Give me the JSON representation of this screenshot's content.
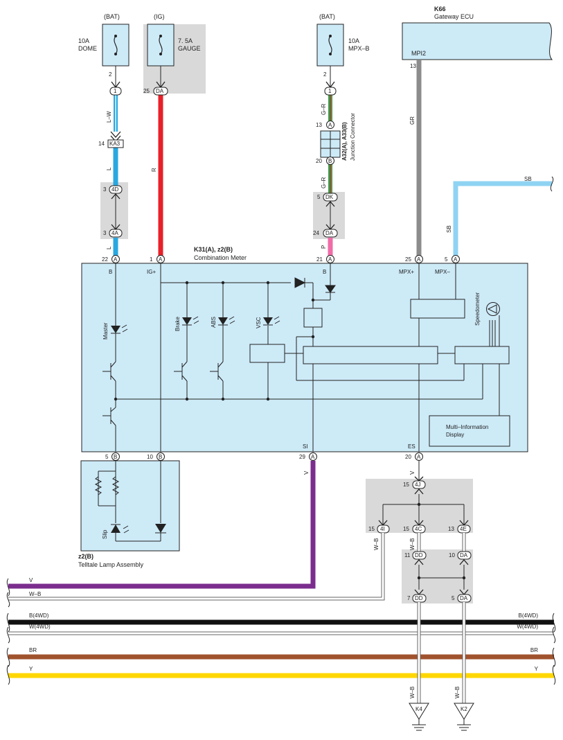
{
  "fuses": {
    "dome": {
      "supply": "(BAT)",
      "rating": "10A",
      "name": "DOME",
      "pin": "2"
    },
    "gauge": {
      "supply": "(IG)",
      "rating": "7. 5A",
      "name": "GAUGE",
      "pin": "25",
      "conn": "DA"
    },
    "mpxb": {
      "supply": "(BAT)",
      "rating": "10A",
      "name": "MPX–B",
      "pin": "2"
    }
  },
  "gateway": {
    "code": "K66",
    "name": "Gateway ECU",
    "terminal": "MPI2",
    "pin": "13"
  },
  "junction": {
    "code": "A32(A), A33(B)",
    "name": "Junction Connector",
    "pin_a": "13",
    "conn_a": "A",
    "pin_b": "20",
    "conn_b": "B"
  },
  "meter": {
    "code": "K31(A), z2(B)",
    "name": "Combination Meter"
  },
  "meter_top_pins": [
    {
      "pin": "22",
      "conn": "A",
      "term": "B"
    },
    {
      "pin": "1",
      "conn": "A",
      "term": "IG+"
    },
    {
      "pin": "21",
      "conn": "A",
      "term": "B"
    },
    {
      "pin": "25",
      "conn": "A",
      "term": "MPX+"
    },
    {
      "pin": "5",
      "conn": "A",
      "term": "MPX–"
    }
  ],
  "meter_bottom_pins": [
    {
      "pin": "5",
      "conn": "B",
      "term": ""
    },
    {
      "pin": "10",
      "conn": "B",
      "term": ""
    },
    {
      "pin": "29",
      "conn": "A",
      "term": "SI"
    },
    {
      "pin": "20",
      "conn": "A",
      "term": "ES"
    }
  ],
  "meter_parts": {
    "master": "Master",
    "brake": "Brake",
    "abs": "ABS",
    "vsc": "VSC",
    "speedometer": "Speedometer",
    "mid_line1": "Multi–Information",
    "mid_line2": "Display"
  },
  "connectors": {
    "c1_pin": "1",
    "c1_conn": "1",
    "ka3_pin": "14",
    "ka3": "KA3",
    "c4d_pin": "3",
    "c4d": "4D",
    "c4a_pin": "3",
    "c4a": "4A",
    "m1_pin": "1",
    "m1_conn": "1",
    "dk_pin": "5",
    "dk": "DK",
    "da24_pin": "24",
    "da24": "DA",
    "c4j_pin": "15",
    "c4j": "4J",
    "c4i_pin": "15",
    "c4i": "4I",
    "c4c_pin": "15",
    "c4c": "4C",
    "c4e_pin": "13",
    "c4e": "4E",
    "dd11_pin": "11",
    "dd11": "DD",
    "da10_pin": "10",
    "da10": "DA",
    "dd7_pin": "7",
    "dd7": "DD",
    "da5_pin": "5",
    "da5": "DA"
  },
  "wires": {
    "lw": "L–W",
    "l1": "L",
    "l2": "L",
    "r": "R",
    "gr1": "G–R",
    "gr2": "G–R",
    "p": "P",
    "gr": "GR",
    "sb_top": "SB",
    "sb": "SB",
    "v": "V",
    "wb1": "W–B",
    "wb2": "W–B",
    "wb3": "W–B",
    "wb4": "W–B"
  },
  "telltale": {
    "code": "z2(B)",
    "name": "Telltale Lamp Assembly",
    "slip": "Slip"
  },
  "buses": [
    {
      "left": "V",
      "right": "",
      "color": "#7b2d8e",
      "width": 7
    },
    {
      "left": "W–B",
      "right": "",
      "color": "#ffffff",
      "width": 5
    },
    {
      "left": "B(4WD)",
      "right": "B(4WD)",
      "color": "#111111",
      "width": 7
    },
    {
      "left": "W(4WD)",
      "right": "W(4WD)",
      "color": "#ffffff",
      "width": 5
    },
    {
      "left": "BR",
      "right": "BR",
      "color": "#a0522d",
      "width": 7
    },
    {
      "left": "Y",
      "right": "Y",
      "color": "#ffd700",
      "width": 7
    }
  ],
  "grounds": [
    {
      "label": "K4"
    },
    {
      "label": "K2"
    }
  ],
  "colors": {
    "L": "#29a8e0",
    "R": "#e8202a",
    "GR": "#8c8c8c",
    "SB": "#8fd3f2",
    "V": "#7b2d8e",
    "P": "#f06ca8",
    "G": "#2fa84f",
    "BR": "#a0522d",
    "Y": "#ffd700",
    "meter_fill": "#cdeaf7",
    "shade": "#d9d9d9"
  }
}
